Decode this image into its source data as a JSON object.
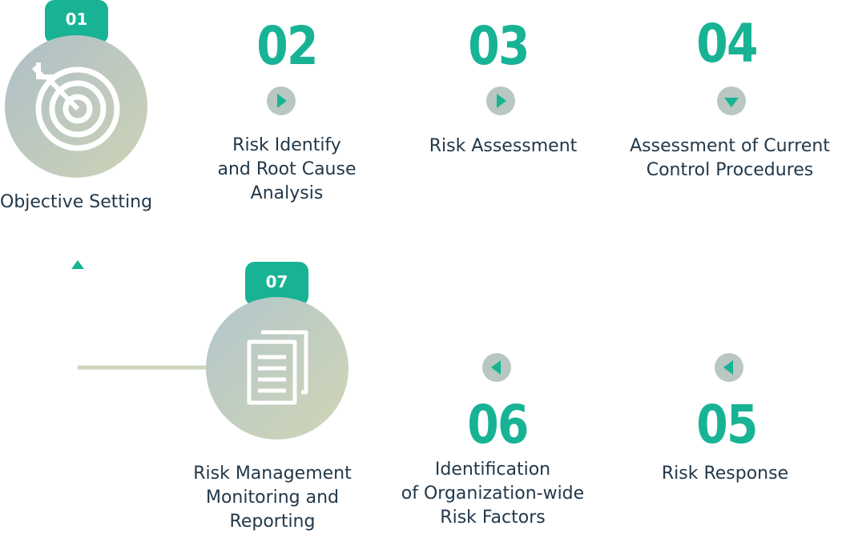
{
  "steps": [
    {
      "number": "01",
      "label": "Objective Setting"
    },
    {
      "number": "02",
      "label": "Risk Identify\nand Root Cause\nAnalysis"
    },
    {
      "number": "03",
      "label": "Risk Assessment"
    },
    {
      "number": "04",
      "label": "Assessment of Current\nControl Procedures"
    },
    {
      "number": "05",
      "label": "Risk Response"
    },
    {
      "number": "06",
      "label": "Identification\nof Organization-wide\nRisk Factors"
    },
    {
      "number": "07",
      "label": "Risk Management\nMonitoring and\nReporting"
    }
  ],
  "colors": {
    "accent": "#17b394",
    "line": "#c7d3bc",
    "node": "#b8c7c2",
    "circle_from": "#b0c4c6",
    "circle_to": "#cbd2b6",
    "text": "#22384a"
  },
  "icons": {
    "step_01": "target-arrow-icon",
    "step_07": "documents-icon"
  }
}
